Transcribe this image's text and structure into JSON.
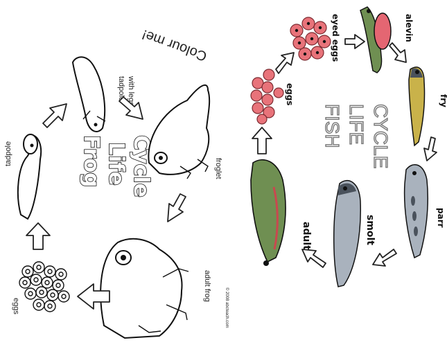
{
  "frog": {
    "title_lines": [
      "Frog",
      "Life",
      "Cycle"
    ],
    "stages": {
      "eggs": "eggs",
      "tadpole": "tadpole",
      "tadpole_legs_1": "tadpole",
      "tadpole_legs_2": "with legs",
      "froglet": "froglet",
      "adult": "adult frog"
    },
    "copyright": "© 2008 abcteach.com",
    "colour_me": "Colour me!"
  },
  "fish": {
    "title_lines": [
      "FISH",
      "LIFE",
      "CYCLE"
    ],
    "stages": {
      "eggs": "eggs",
      "eyed_eggs": "eyed eggs",
      "alevin": "alevin",
      "fry": "fry",
      "parr": "parr",
      "smolt": "smolt",
      "adult": "adult"
    }
  },
  "colors": {
    "egg_pink": "#e8737a",
    "egg_dark": "#b94a55",
    "fish_green": "#6f8f52",
    "fish_silver": "#a9b2bd",
    "fish_dark": "#4a525c",
    "yolk": "#e46672",
    "fry_yellow": "#c9b24a",
    "adult_red": "#c9484f"
  }
}
